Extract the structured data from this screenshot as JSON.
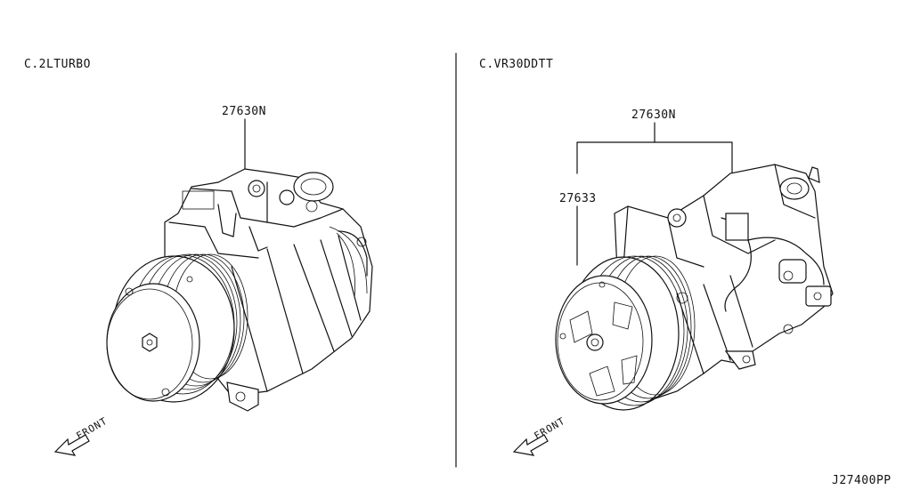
{
  "left": {
    "variant": "C.2LTURBO",
    "part_main": "27630N",
    "front": "FRONT"
  },
  "right": {
    "variant": "C.VR30DDTT",
    "part_main": "27630N",
    "part_sub": "27633",
    "front": "FRONT"
  },
  "diagram_code": "J27400PP"
}
